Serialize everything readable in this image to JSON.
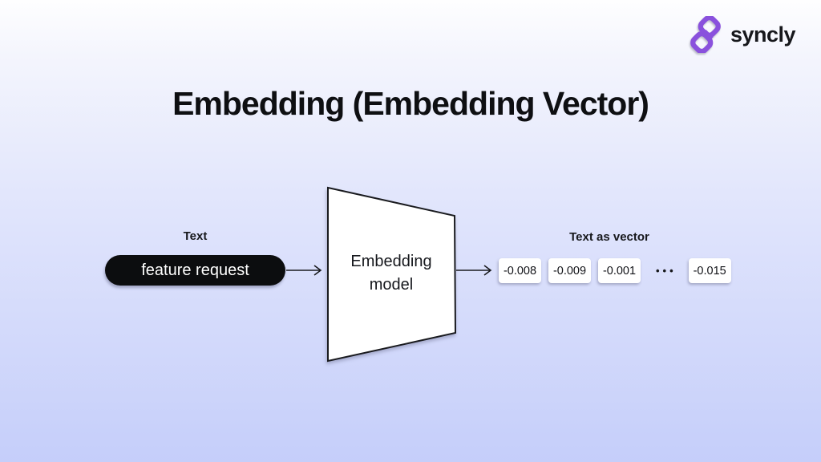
{
  "logo": {
    "brand": "syncly",
    "icon": "chain-link-icon",
    "icon_color": "#8a51dd",
    "text_color": "#17181c"
  },
  "title": "Embedding (Embedding Vector)",
  "diagram": {
    "input": {
      "label": "Text",
      "value": "feature request",
      "pill_color": "#0c0d0f",
      "pill_text_color": "#ffffff"
    },
    "model": {
      "label": "Embedding model",
      "shape": "trapezoid",
      "fill": "#ffffff",
      "stroke": "#1a1b1f"
    },
    "output": {
      "label": "Text as vector",
      "values": [
        "-0.008",
        "-0.009",
        "-0.001",
        "-0.015"
      ],
      "ellipsis": "•••",
      "box_color": "#ffffff"
    }
  },
  "colors": {
    "background_top": "#fefeff",
    "background_bottom": "#c5cefa",
    "text_primary": "#0e0f12"
  }
}
